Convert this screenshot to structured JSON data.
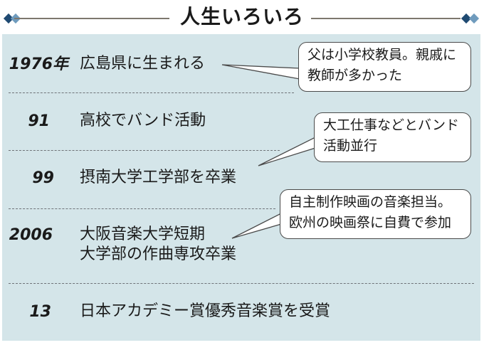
{
  "title": "人生いろいろ",
  "colors": {
    "panel_bg": "#d4e5e9",
    "diamond_dark": "#1f4a72",
    "diamond_light": "#6f9bbd",
    "header_line": "#7d776e",
    "divider": "#6f7378"
  },
  "icons": {
    "left": [
      "diamond-dark-icon",
      "diamond-light-icon"
    ],
    "right": [
      "diamond-dark-icon",
      "diamond-light-icon"
    ]
  },
  "timeline": [
    {
      "year": "1976年",
      "event": [
        "広島県に生まれる"
      ]
    },
    {
      "year": "91",
      "event": [
        "高校でバンド活動"
      ]
    },
    {
      "year": "99",
      "event": [
        "摂南大学工学部を卒業"
      ]
    },
    {
      "year": "2006",
      "event": [
        "大阪音楽大学短期",
        "大学部の作曲専攻卒業"
      ]
    },
    {
      "year": "13",
      "event": [
        "日本アカデミー賞優秀音楽賞を受賞"
      ]
    }
  ],
  "callouts": [
    {
      "target_entry": 0,
      "lines": [
        "父は小学校教員。親戚に",
        "教師が多かった"
      ]
    },
    {
      "target_entry": 2,
      "lines": [
        "大工仕事などとバンド",
        "活動並行"
      ]
    },
    {
      "target_entry": 3,
      "lines": [
        "自主制作映画の音楽担当。",
        "欧州の映画祭に自費で参加"
      ]
    }
  ]
}
